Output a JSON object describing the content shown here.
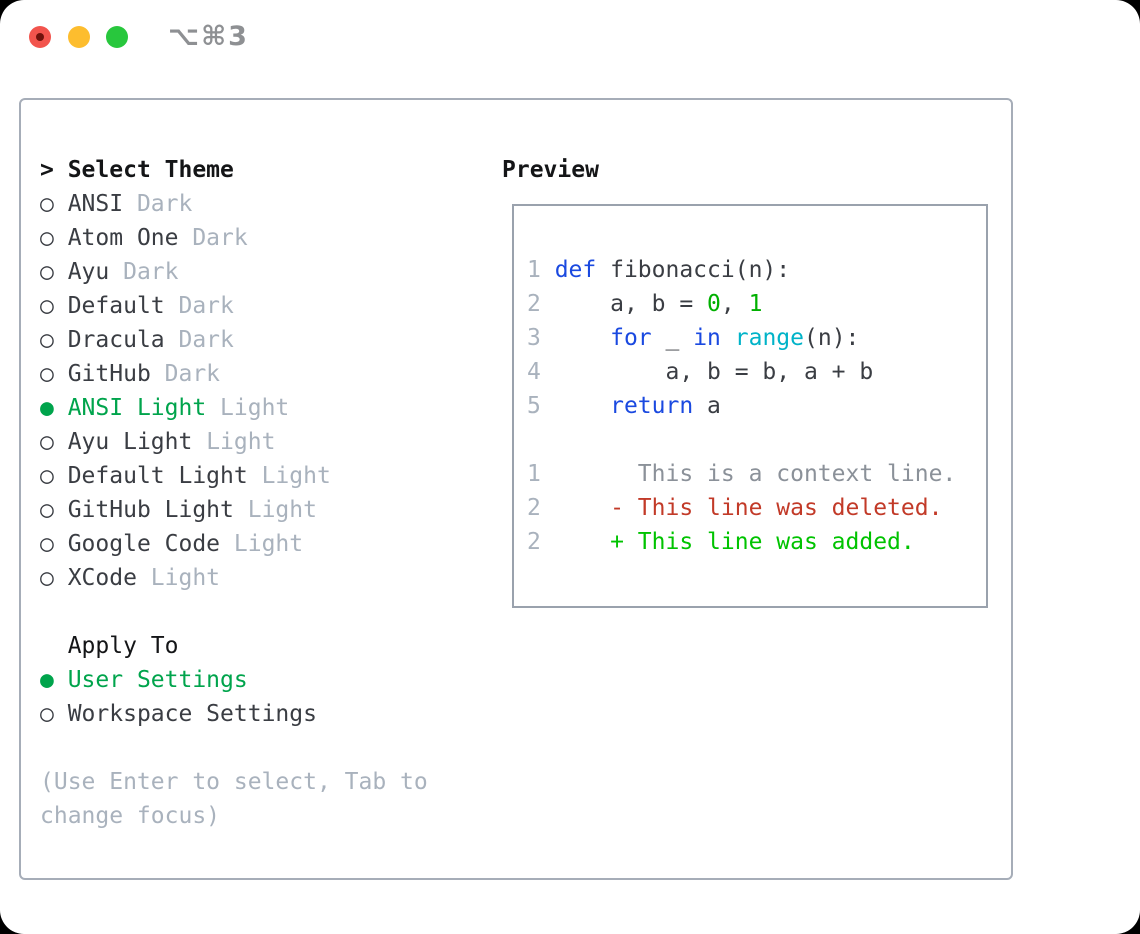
{
  "window": {
    "title": "⌥⌘3",
    "traffic_lights": [
      "close",
      "minimize",
      "zoom"
    ]
  },
  "theme_panel": {
    "header_prefix": ">",
    "header_label": "Select Theme",
    "bullet_selected": "●",
    "bullet_unselected": "○",
    "themes": [
      {
        "name": "ANSI",
        "variant": "Dark",
        "selected": false
      },
      {
        "name": "Atom One",
        "variant": "Dark",
        "selected": false
      },
      {
        "name": "Ayu",
        "variant": "Dark",
        "selected": false
      },
      {
        "name": "Default",
        "variant": "Dark",
        "selected": false
      },
      {
        "name": "Dracula",
        "variant": "Dark",
        "selected": false
      },
      {
        "name": "GitHub",
        "variant": "Dark",
        "selected": false
      },
      {
        "name": "ANSI Light",
        "variant": "Light",
        "selected": true
      },
      {
        "name": "Ayu Light",
        "variant": "Light",
        "selected": false
      },
      {
        "name": "Default Light",
        "variant": "Light",
        "selected": false
      },
      {
        "name": "GitHub Light",
        "variant": "Light",
        "selected": false
      },
      {
        "name": "Google Code",
        "variant": "Light",
        "selected": false
      },
      {
        "name": "XCode",
        "variant": "Light",
        "selected": false
      }
    ],
    "apply_to": {
      "label": "Apply To",
      "options": [
        {
          "label": "User Settings",
          "selected": true
        },
        {
          "label": "Workspace Settings",
          "selected": false
        }
      ]
    },
    "help_lines": [
      "(Use Enter to select, Tab to",
      "change focus)"
    ]
  },
  "preview": {
    "title": "Preview",
    "lines": [
      {
        "num": "1",
        "tokens": [
          [
            "kw",
            "def"
          ],
          [
            "plain",
            " fibonacci(n):"
          ]
        ]
      },
      {
        "num": "2",
        "tokens": [
          [
            "plain",
            "    a, b = "
          ],
          [
            "num",
            "0"
          ],
          [
            "plain",
            ", "
          ],
          [
            "num",
            "1"
          ]
        ]
      },
      {
        "num": "3",
        "tokens": [
          [
            "plain",
            "    "
          ],
          [
            "kw",
            "for"
          ],
          [
            "plain",
            " _ "
          ],
          [
            "kw",
            "in"
          ],
          [
            "plain",
            " "
          ],
          [
            "fn",
            "range"
          ],
          [
            "plain",
            "(n):"
          ]
        ]
      },
      {
        "num": "4",
        "tokens": [
          [
            "plain",
            "        a, b = b, a + b"
          ]
        ]
      },
      {
        "num": "5",
        "tokens": [
          [
            "plain",
            "    "
          ],
          [
            "kw",
            "return"
          ],
          [
            "plain",
            " a"
          ]
        ]
      },
      {
        "num": "",
        "tokens": []
      },
      {
        "num": "1",
        "tokens": [
          [
            "ctx",
            "      This is a context line."
          ]
        ]
      },
      {
        "num": "2",
        "tokens": [
          [
            "del",
            "    - This line was deleted."
          ]
        ]
      },
      {
        "num": "2",
        "tokens": [
          [
            "add",
            "    + This line was added."
          ]
        ]
      }
    ]
  },
  "colors": {
    "accent_green": "#00a44c",
    "text_dark": "#3a3d43",
    "text_black": "#141517",
    "muted": "#a9b2bd",
    "border": "#a6adb8",
    "preview_border": "#9aa2ad",
    "code_keyword_blue": "#1a49e0",
    "code_builtin_cyan": "#00b3c8",
    "code_number_green": "#00b000",
    "diff_context_gray": "#8b9199",
    "diff_deleted_red": "#c23a28",
    "diff_added_green": "#00c300",
    "traffic_red": "#f2544d",
    "traffic_red_dot": "#6f120c",
    "traffic_yellow": "#fdbd2e",
    "traffic_green": "#28c73d",
    "title_gray": "#8e9093"
  }
}
